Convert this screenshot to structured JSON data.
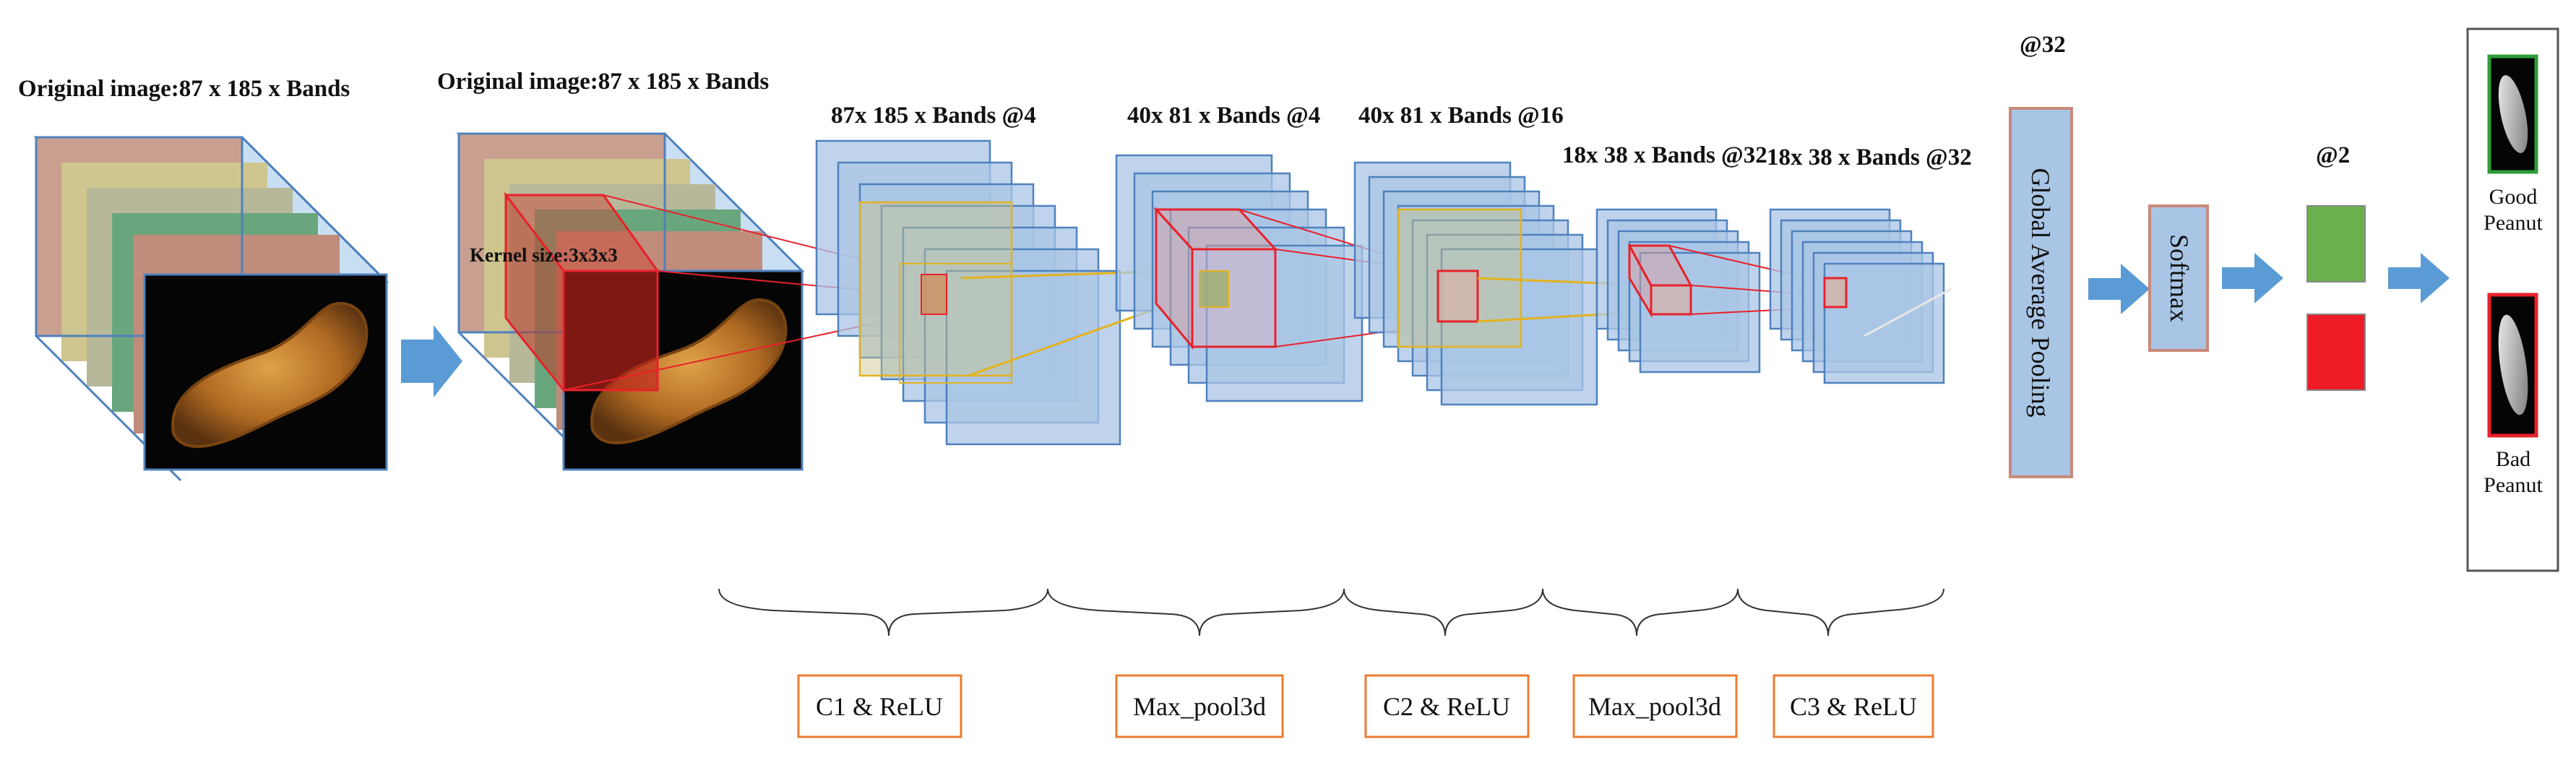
{
  "labels": {
    "input1": "Original image:87 x 185 x Bands",
    "input2": "Original image:87 x 185 x Bands",
    "kernel": "Kernel size:3x3x3",
    "c1_dims": "87x 185 x Bands @4",
    "pool1_dims": "40x 81 x Bands @4",
    "c2_dims": "40x 81 x Bands @16",
    "pool2_dims": "18x 38 x Bands @32",
    "c3_dims": "18x 38 x Bands @32",
    "gap_dims": "@32",
    "out_dims": "@2",
    "gap": "Global Average Pooling",
    "softmax": "Softmax",
    "good": "Good",
    "good2": "Peanut",
    "bad": "Bad",
    "bad2": "Peanut"
  },
  "stages": [
    "C1 & ReLU",
    "Max_pool3d",
    "C2 & ReLU",
    "Max_pool3d",
    "C3 & ReLU"
  ],
  "colors": {
    "block_fill": "#a9c5e6",
    "block_stroke": "#4f81bd",
    "kernel_red": "#e8212a",
    "proj_yellow": "#e3b21f",
    "arrow_blue": "#5b9bd5",
    "good_green": "#6ab04c",
    "bad_red": "#ee1c25",
    "stage_border": "#ec7c30"
  }
}
